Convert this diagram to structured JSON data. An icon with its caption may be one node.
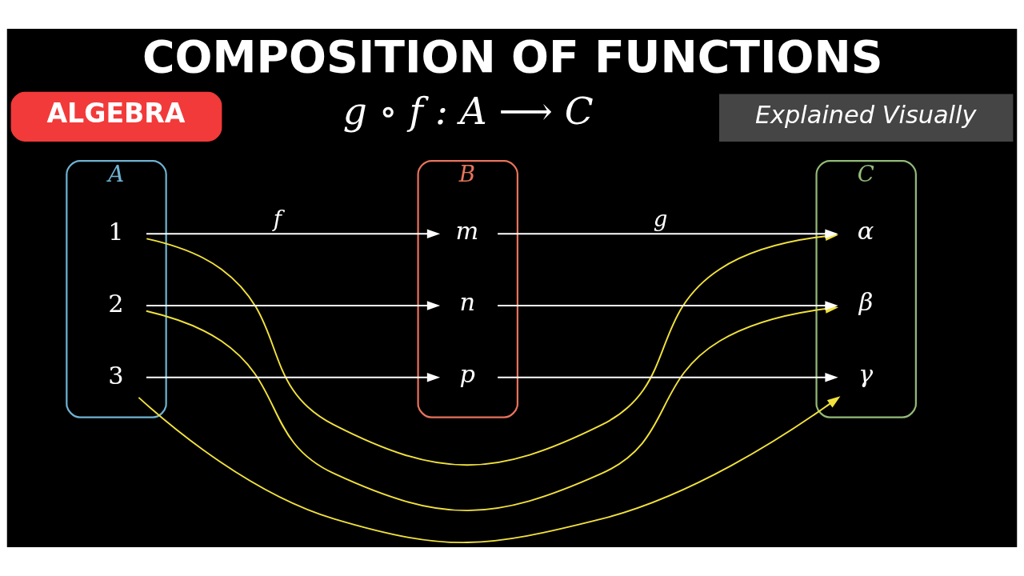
{
  "diagram": {
    "title": "COMPOSITION OF FUNCTIONS",
    "nodes": [
      {
        "text": [
          "ALGEBRA"
        ]
      },
      {
        "text": [
          "Explained Visually"
        ]
      },
      {
        "text": [
          "A"
        ]
      },
      {
        "text": [
          "1"
        ],
        "in": 2
      },
      {
        "text": [
          "2"
        ],
        "in": 2
      },
      {
        "text": [
          "3"
        ],
        "in": 2
      },
      {
        "text": [
          "B"
        ]
      },
      {
        "text": [
          "m"
        ],
        "in": 6
      },
      {
        "text": [
          "n"
        ],
        "in": 6
      },
      {
        "text": [
          "p"
        ],
        "in": 6
      },
      {
        "text": [
          "C"
        ]
      },
      {
        "text": [
          "α"
        ],
        "in": 10
      },
      {
        "text": [
          "β"
        ],
        "in": 10
      },
      {
        "text": [
          "γ"
        ],
        "in": 10
      }
    ],
    "edges": [
      {
        "from": 3,
        "to": 7,
        "label": "f",
        "arrow": "to"
      },
      {
        "from": 7,
        "to": 11,
        "label": "g",
        "arrow": "to"
      },
      {
        "from": 3,
        "to": 11,
        "arrow": "to",
        "color": "#f2e23c"
      },
      {
        "from": 4,
        "to": 8,
        "arrow": "to"
      },
      {
        "from": 8,
        "to": 12,
        "arrow": "to"
      },
      {
        "from": 4,
        "to": 12,
        "arrow": "to",
        "color": "#f2e23c"
      },
      {
        "from": 5,
        "to": 9,
        "arrow": "to"
      },
      {
        "from": 9,
        "to": 13,
        "arrow": "to"
      },
      {
        "from": 5,
        "to": 13,
        "arrow": "to",
        "color": "#f2e23c"
      }
    ],
    "labels": [
      "g ∘ f : A ⟶ C"
    ]
  }
}
